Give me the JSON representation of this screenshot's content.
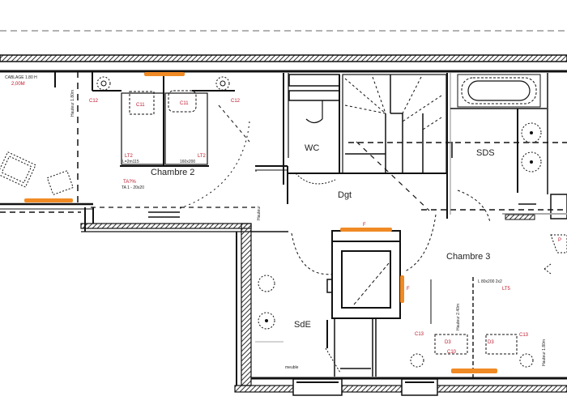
{
  "plan": {
    "rooms": [
      {
        "id": "chambre2",
        "label": "Chambre 2"
      },
      {
        "id": "wc",
        "label": "WC"
      },
      {
        "id": "dgt",
        "label": "Dgt"
      },
      {
        "id": "sds",
        "label": "SDS"
      },
      {
        "id": "chambre3",
        "label": "Chambre 3"
      },
      {
        "id": "sde",
        "label": "SdE"
      }
    ],
    "wall_labels": {
      "left_top": "Hauteur 1.80m",
      "left_mid": "Hauteur 2.40m",
      "right_mid": "Hauteur 2.40m",
      "right_far": "Hauteur 1.80m",
      "vertical_dgt": "Hauteur"
    },
    "annotations_red": {
      "top_left_code": "2,00M",
      "ch2_light_left": "LT2",
      "ch2_light_right": "LT2",
      "ch2_socket_left": "C12",
      "ch2_socket_right": "C12",
      "ch2_bed_a": "C11",
      "ch2_bed_b": "C11",
      "ch2_ta": "TA?%",
      "ch3_light": "LT5",
      "ch3_socket_left": "C13",
      "ch3_socket_right": "C13",
      "ch3_bed_a": "D3",
      "ch3_bed_b": "D3",
      "ch3_tel": "C10",
      "window_label_stair": "F",
      "window_label_side": "F",
      "ch3_right_tag": "P"
    },
    "annotations_small": {
      "top_left_caption": "CABLAGE 1.80 H",
      "ch2_bed_dims_left": "L=2m115",
      "ch2_bed_dims_right": "160x200",
      "ch2_ta_caption": "TA 1 - 20x20",
      "ch3_bed_caption": "L 80x200 2x2",
      "sde_caption": "meuble"
    },
    "colors": {
      "wall": "#111111",
      "accent_window": "#f08a24",
      "annotation": "#c0172a",
      "hatch": "#333333"
    }
  }
}
